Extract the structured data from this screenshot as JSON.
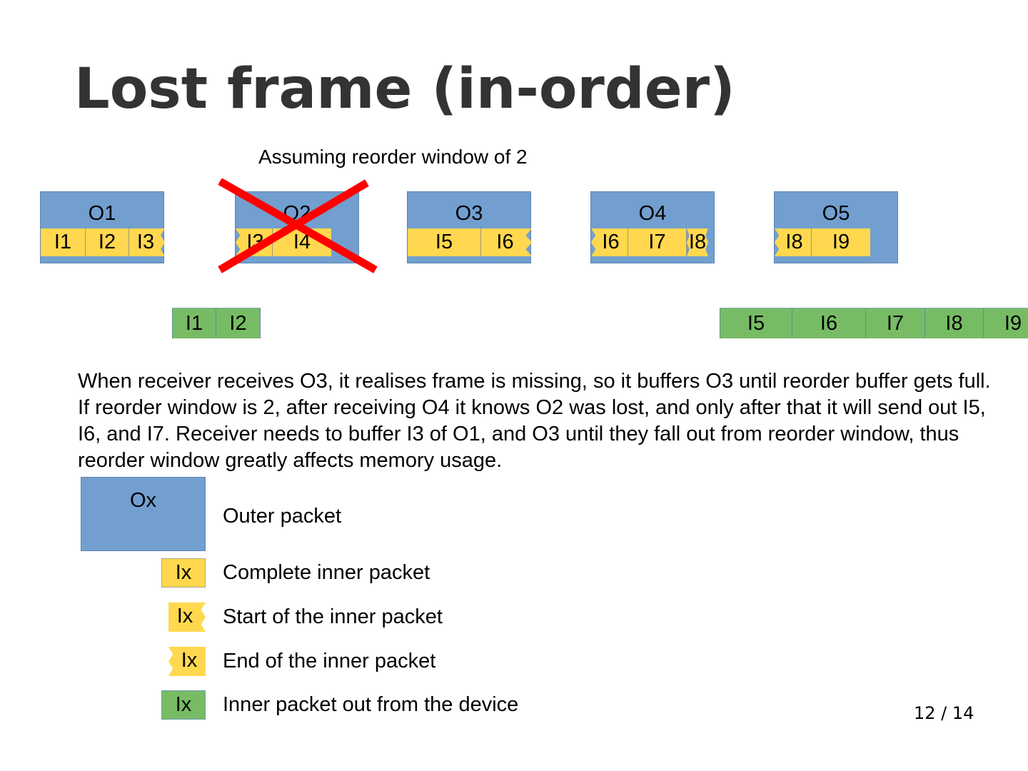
{
  "slide": {
    "title": "Lost frame (in-order)",
    "subtitle": "Assuming reorder window of 2",
    "page_number": "12 / 14"
  },
  "outer_packets": [
    {
      "label": "O1",
      "lost": false,
      "inner": [
        {
          "label": "I1",
          "kind": "complete"
        },
        {
          "label": "I2",
          "kind": "complete"
        },
        {
          "label": "I3",
          "kind": "start"
        }
      ]
    },
    {
      "label": "O2",
      "lost": true,
      "inner": [
        {
          "label": "I3",
          "kind": "end"
        },
        {
          "label": "I4",
          "kind": "complete"
        }
      ]
    },
    {
      "label": "O3",
      "lost": false,
      "inner": [
        {
          "label": "I5",
          "kind": "complete"
        },
        {
          "label": "I6",
          "kind": "start"
        }
      ]
    },
    {
      "label": "O4",
      "lost": false,
      "inner": [
        {
          "label": "I6",
          "kind": "end"
        },
        {
          "label": "I7",
          "kind": "complete"
        },
        {
          "label": "I8",
          "kind": "start"
        }
      ]
    },
    {
      "label": "O5",
      "lost": false,
      "inner": [
        {
          "label": "I8",
          "kind": "end"
        },
        {
          "label": "I9",
          "kind": "complete"
        }
      ]
    }
  ],
  "output_groups": [
    {
      "items": [
        "I1",
        "I2"
      ]
    },
    {
      "items": [
        "I5",
        "I6",
        "I7",
        "I8",
        "I9"
      ]
    }
  ],
  "paragraph": "When receiver receives O3, it realises frame is missing, so it buffers O3 until reorder buffer gets full. If reorder window is 2, after receiving O4 it knows O2 was lost, and only after that it will send out I5, I6, and I7. Receiver needs to buffer I3 of O1, and O3 until they fall out from reorder window, thus reorder window greatly affects memory usage.",
  "legend": {
    "outer": {
      "swatch": "Ox",
      "text": "Outer packet"
    },
    "complete": {
      "swatch": "Ix",
      "text": "Complete inner packet"
    },
    "start": {
      "swatch": "Ix",
      "text": "Start of the inner packet"
    },
    "end": {
      "swatch": "Ix",
      "text": "End of the inner packet"
    },
    "out": {
      "swatch": "Ix",
      "text": "Inner packet out from the device"
    }
  },
  "colors": {
    "outer": "#729fcf",
    "inner": "#ffd84f",
    "output": "#77bc65",
    "lost_cross": "#ff0000",
    "title": "#333333"
  }
}
